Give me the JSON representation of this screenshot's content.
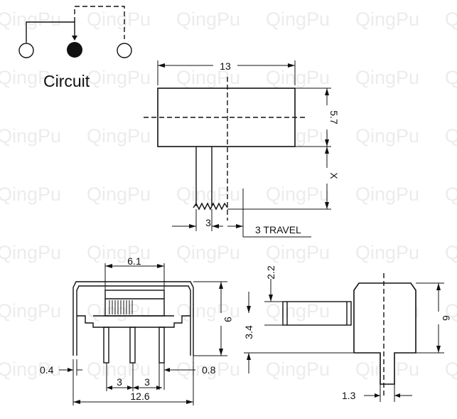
{
  "watermark": "QingPu",
  "circuit_label": "Circuit",
  "dimensions": {
    "width_13": "13",
    "height_5_7": "5.7",
    "handle_x": "X",
    "handle_3": "3",
    "travel": "3 TRAVEL",
    "width_6_1": "6.1",
    "height_9": "9",
    "pin_0_4": "0.4",
    "pin_pitch_a": "3",
    "pin_pitch_b": "3",
    "pin_0_8": "0.8",
    "width_12_6": "12.6",
    "side_2_2": "2.2",
    "side_3_4": "3.4",
    "side_6": "6",
    "side_1_3": "1.3"
  }
}
